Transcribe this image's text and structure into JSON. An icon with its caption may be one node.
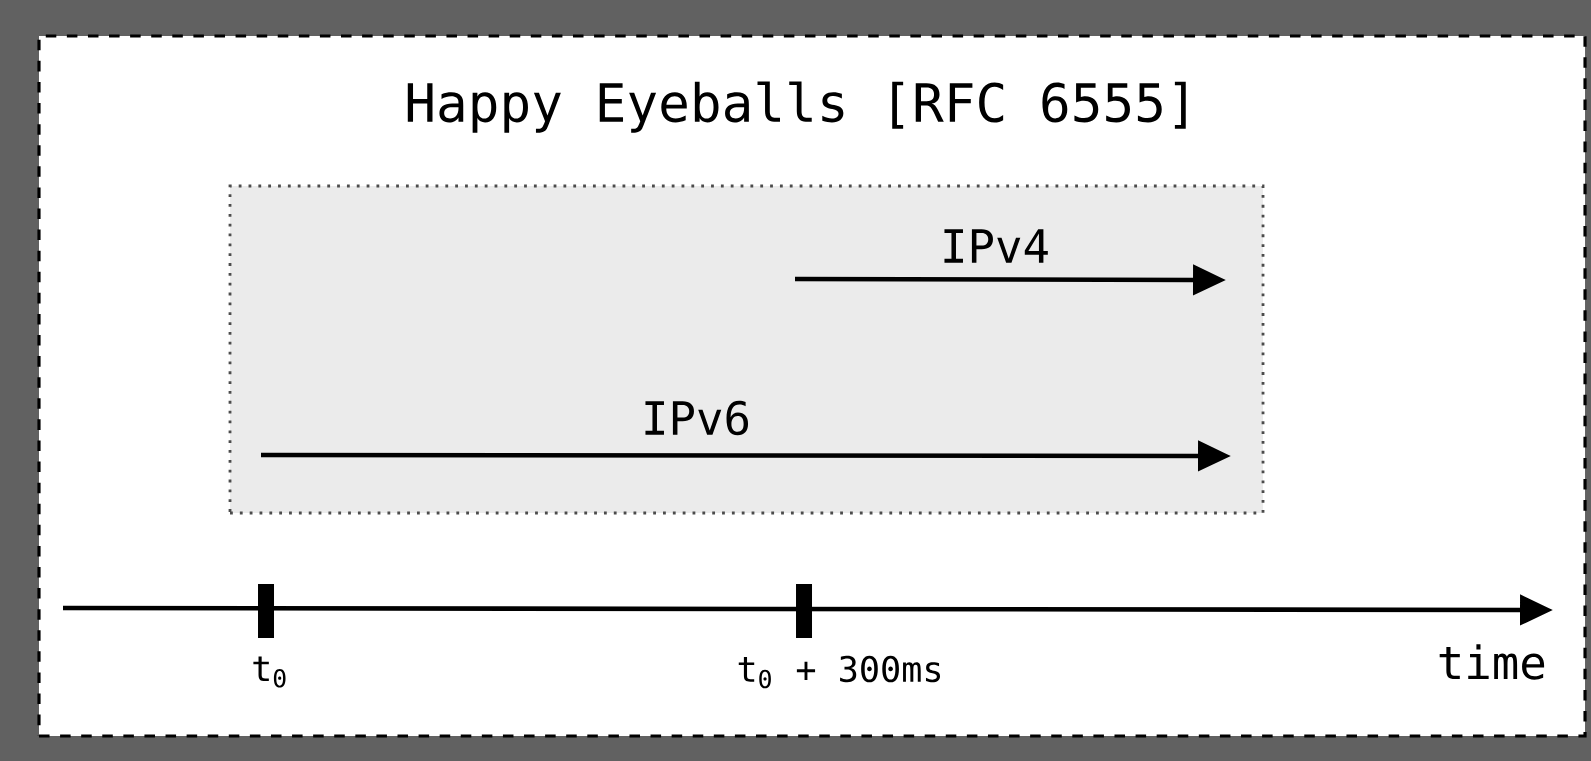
{
  "diagram": {
    "title": "Happy Eyeballs [RFC 6555]",
    "nodes": [
      {
        "text": [],
        "shape": "box"
      },
      {
        "text": [],
        "shape": "box",
        "in": 0
      }
    ],
    "labels": [
      "IPv4",
      "IPv6",
      "t$_{0}$",
      "t$_{0}$ + 300ms",
      "time"
    ]
  }
}
